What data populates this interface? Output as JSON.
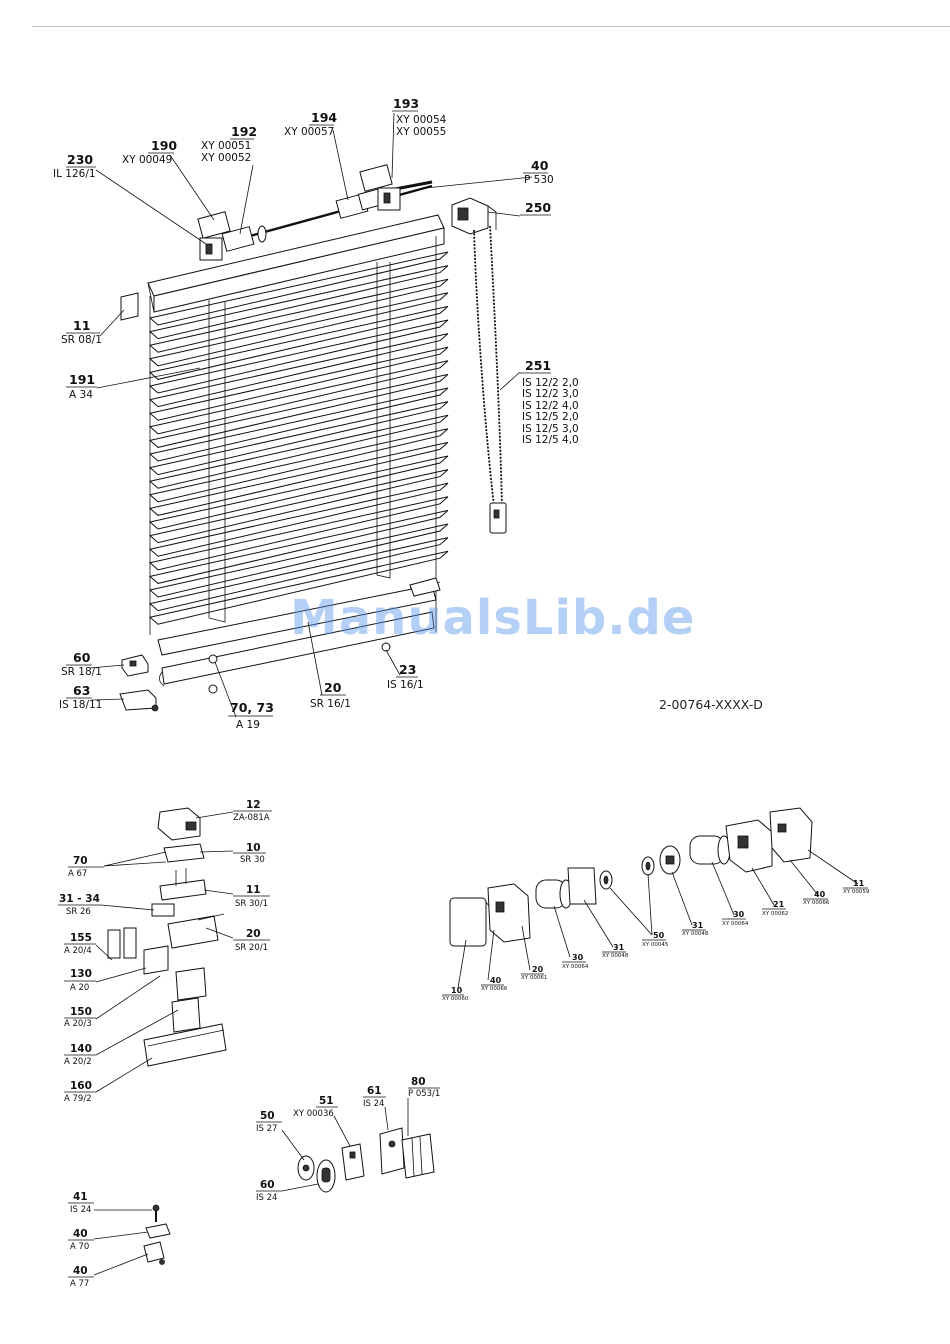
{
  "doc_id": "2-00764-XXXX-D",
  "watermark": "ManualsLib.de",
  "labels": {
    "p230": {
      "num": "230",
      "codes": [
        "IL 126/1"
      ]
    },
    "p190": {
      "num": "190",
      "codes": [
        "XY 00049"
      ]
    },
    "p192": {
      "num": "192",
      "codes": [
        "XY 00051",
        "XY 00052"
      ]
    },
    "p194": {
      "num": "194",
      "codes": [
        "XY 00057"
      ]
    },
    "p193": {
      "num": "193",
      "codes": [
        "XY 00054",
        "XY 00055"
      ]
    },
    "p40": {
      "num": "40",
      "codes": [
        "P 530"
      ]
    },
    "p250": {
      "num": "250",
      "codes": []
    },
    "p11": {
      "num": "11",
      "codes": [
        "SR 08/1"
      ]
    },
    "p191": {
      "num": "191",
      "codes": [
        "A 34"
      ]
    },
    "p251": {
      "num": "251",
      "codes": [
        "IS 12/2 2,0",
        "IS 12/2 3,0",
        "IS 12/2 4,0",
        "IS 12/5 2,0",
        "IS 12/5 3,0",
        "IS 12/5 4,0"
      ]
    },
    "p60": {
      "num": "60",
      "codes": [
        "SR 18/1"
      ]
    },
    "p63": {
      "num": "63",
      "codes": [
        "IS 18/11"
      ]
    },
    "p7073": {
      "num": "70, 73",
      "codes": [
        "A 19"
      ]
    },
    "p20": {
      "num": "20",
      "codes": [
        "SR 16/1"
      ]
    },
    "p23": {
      "num": "23",
      "codes": [
        "IS 16/1"
      ]
    }
  },
  "bracket_labels": {
    "b12": {
      "num": "12",
      "code": "ZA-081A"
    },
    "b70": {
      "num": "70",
      "code": "A 67"
    },
    "b10": {
      "num": "10",
      "code": "SR 30"
    },
    "b11": {
      "num": "11",
      "code": "SR 30/1"
    },
    "b3134": {
      "num": "31 - 34",
      "code": "SR 26"
    },
    "b155": {
      "num": "155",
      "code": "A 20/4"
    },
    "b20": {
      "num": "20",
      "code": "SR 20/1"
    },
    "b130": {
      "num": "130",
      "code": "A 20"
    },
    "b150": {
      "num": "150",
      "code": "A 20/3"
    },
    "b140": {
      "num": "140",
      "code": "A 20/2"
    },
    "b160": {
      "num": "160",
      "code": "A 79/2"
    }
  },
  "clip_labels": {
    "c50": {
      "num": "50",
      "code": "IS 27"
    },
    "c51": {
      "num": "51",
      "code": "XY 00036"
    },
    "c61": {
      "num": "61",
      "code": "IS 24"
    },
    "c80": {
      "num": "80",
      "code": "P 053/1"
    },
    "c60": {
      "num": "60",
      "code": "IS 24"
    }
  },
  "screw_labels": {
    "s41": {
      "num": "41",
      "code": "IS 24"
    },
    "s40a": {
      "num": "40",
      "code": "A 70"
    },
    "s40b": {
      "num": "40",
      "code": "A 77"
    }
  },
  "explode_labels": {
    "e10": {
      "num": "10",
      "code": "XY 00060"
    },
    "e40a": {
      "num": "40",
      "code": "XY 00066"
    },
    "e20": {
      "num": "20",
      "code": "XY 00061"
    },
    "e30a": {
      "num": "30",
      "code": "XY 00064"
    },
    "e31a": {
      "num": "31",
      "code": "XY 00048"
    },
    "e50": {
      "num": "50",
      "code": "XY 00045"
    },
    "e31b": {
      "num": "31",
      "code": "XY 00048"
    },
    "e30b": {
      "num": "30",
      "code": "XY 00064"
    },
    "e21": {
      "num": "21",
      "code": "XY 00062"
    },
    "e40b": {
      "num": "40",
      "code": "XY 00066"
    },
    "e11": {
      "num": "11",
      "code": "XY 00059"
    }
  }
}
